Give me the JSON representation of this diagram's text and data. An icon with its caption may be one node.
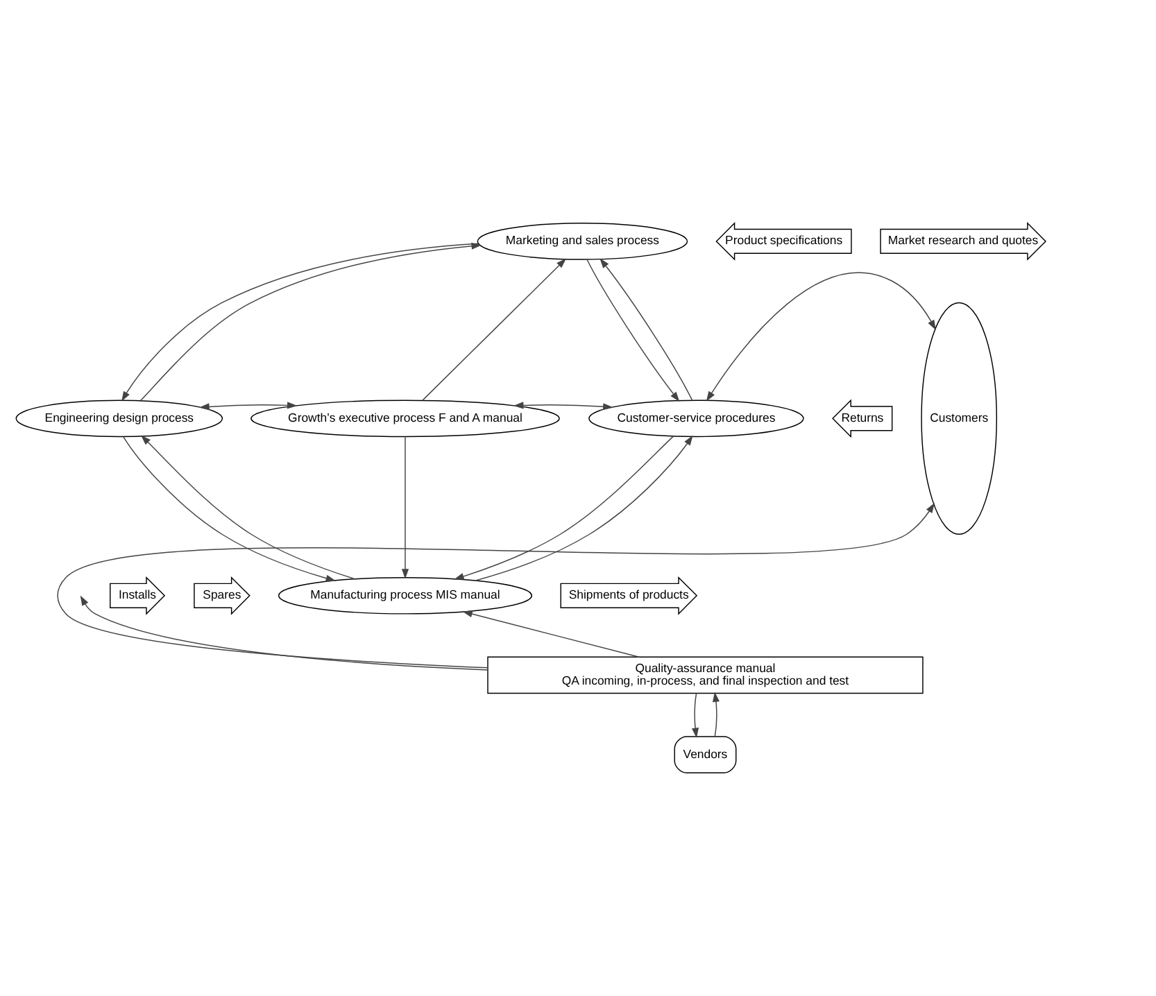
{
  "diagram": {
    "nodes": [
      {
        "text": [
          "Marketing and sales process"
        ]
      },
      {
        "text": [
          "Product specifications"
        ]
      },
      {
        "text": [
          "Market research and quotes"
        ]
      },
      {
        "text": [
          "Engineering design process"
        ]
      },
      {
        "text": [
          "Growth’s executive process F and A manual"
        ]
      },
      {
        "text": [
          "Customer-service procedures"
        ]
      },
      {
        "text": [
          "Returns"
        ]
      },
      {
        "text": [
          "Customers"
        ]
      },
      {
        "text": [
          "Installs"
        ]
      },
      {
        "text": [
          "Spares"
        ]
      },
      {
        "text": [
          "Manufacturing process MIS manual"
        ]
      },
      {
        "text": [
          "Shipments of products"
        ]
      },
      {
        "text": [
          "Quality-assurance manual",
          "QA incoming, in-process, and final inspection and test"
        ]
      },
      {
        "text": [
          "Vendors"
        ]
      }
    ],
    "edges": [
      {
        "from": 0,
        "to": 3,
        "arrow": "to"
      },
      {
        "from": 3,
        "to": 0,
        "arrow": "to"
      },
      {
        "from": 4,
        "to": 0,
        "arrow": "to"
      },
      {
        "from": 5,
        "to": 0,
        "arrow": "to"
      },
      {
        "from": 0,
        "to": 5,
        "arrow": "to"
      },
      {
        "from": 3,
        "to": 4,
        "arrow": "both"
      },
      {
        "from": 4,
        "to": 5,
        "arrow": "both"
      },
      {
        "from": 5,
        "to": 7,
        "arrow": "both"
      },
      {
        "from": 10,
        "to": 3,
        "arrow": "to"
      },
      {
        "from": 3,
        "to": 10,
        "arrow": "to"
      },
      {
        "from": 4,
        "to": 10,
        "arrow": "to"
      },
      {
        "from": 10,
        "to": 5,
        "arrow": "to"
      },
      {
        "from": 5,
        "to": 10,
        "arrow": "to"
      },
      {
        "from": 12,
        "to": null,
        "arrow": "to"
      },
      {
        "from": 12,
        "to": 10,
        "arrow": "to"
      },
      {
        "from": 12,
        "to": 7,
        "arrow": "to"
      },
      {
        "from": 12,
        "to": 13,
        "arrow": "to"
      },
      {
        "from": 13,
        "to": 12,
        "arrow": "to"
      }
    ]
  }
}
